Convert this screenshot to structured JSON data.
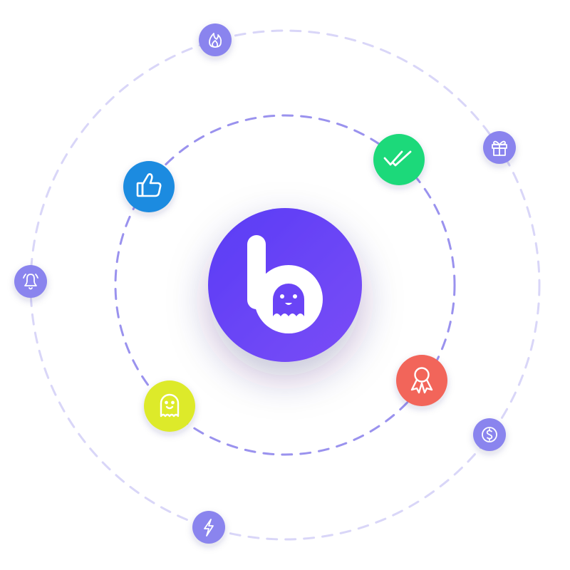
{
  "colors": {
    "outer_ring": "#D9D6F8",
    "inner_ring": "#9A92EE",
    "center_gradient_start": "#5A3CF5",
    "center_gradient_end": "#7A4DF7",
    "small_node": "#8A84EE",
    "thumbs_up": "#1B8BE0",
    "double_check": "#1ED97A",
    "award": "#F2655A",
    "ghost": "#DDEA2C",
    "icon_stroke": "#FFFFFF"
  },
  "center": {
    "icon": "b-ghost-logo-icon"
  },
  "inner_nodes": [
    {
      "icon": "thumbs-up-icon",
      "color_key": "thumbs_up"
    },
    {
      "icon": "double-check-icon",
      "color_key": "double_check"
    },
    {
      "icon": "award-ribbon-icon",
      "color_key": "award"
    },
    {
      "icon": "ghost-icon",
      "color_key": "ghost"
    }
  ],
  "outer_nodes": [
    {
      "icon": "flame-icon"
    },
    {
      "icon": "gift-icon"
    },
    {
      "icon": "bell-icon"
    },
    {
      "icon": "dollar-coin-icon"
    },
    {
      "icon": "lightning-icon"
    }
  ]
}
